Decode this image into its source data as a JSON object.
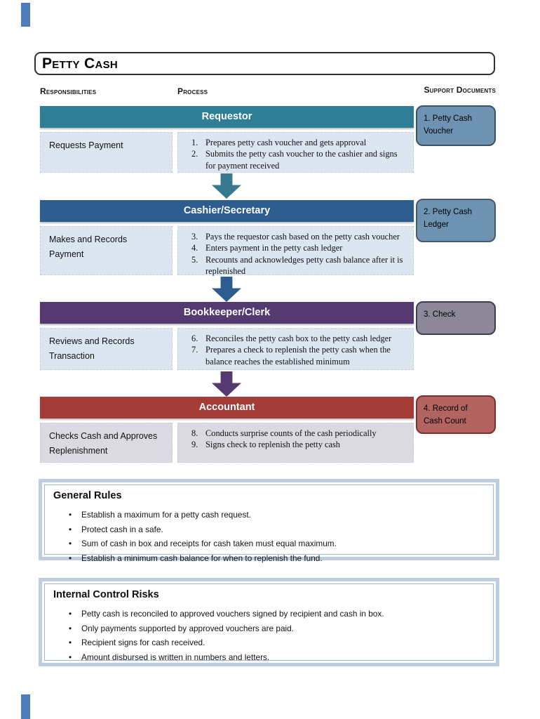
{
  "page_title": "Petty Cash",
  "column_headers": {
    "responsibilities": "Responsibilities",
    "process": "Process",
    "support_documents": "Support Documents"
  },
  "colors": {
    "band_requestor": "#2E7E95",
    "band_cashier": "#2D5C8E",
    "band_bookkeeper": "#543A70",
    "band_accountant": "#A33B37",
    "light_box": "#DCE6F1",
    "gray_box": "#DBDAE2",
    "support_blue": "#6E93B2",
    "support_gray": "#8D8899",
    "support_red": "#B26461",
    "rule_border": "#BCCDE4"
  },
  "sections": [
    {
      "role": "Requestor",
      "responsibility": "Requests Payment",
      "steps": [
        {
          "num": "1.",
          "text": "Prepares petty cash voucher and gets approval"
        },
        {
          "num": "2.",
          "text": "Submits the petty cash voucher to the cashier and signs for payment received"
        }
      ],
      "support_document": "1. Petty Cash Voucher"
    },
    {
      "role": "Cashier/Secretary",
      "responsibility": "Makes and Records Payment",
      "steps": [
        {
          "num": "3.",
          "text": "Pays the requestor cash based on the petty cash voucher"
        },
        {
          "num": "4.",
          "text": "Enters payment in the petty cash ledger"
        },
        {
          "num": "5.",
          "text": "Recounts and acknowledges petty cash balance after it is replenished"
        }
      ],
      "support_document": "2. Petty Cash Ledger"
    },
    {
      "role": "Bookkeeper/Clerk",
      "responsibility": "Reviews and Records Transaction",
      "steps": [
        {
          "num": "6.",
          "text": "Reconciles the petty cash box to the petty cash ledger"
        },
        {
          "num": "7.",
          "text": "Prepares a check to replenish the petty cash when the balance reaches the established minimum"
        }
      ],
      "support_document": "3. Check"
    },
    {
      "role": "Accountant",
      "responsibility": "Checks Cash and Approves Replenishment",
      "steps": [
        {
          "num": "8.",
          "text": "Conducts surprise counts of the cash periodically"
        },
        {
          "num": "9.",
          "text": "Signs check to replenish the petty cash"
        }
      ],
      "support_document": "4. Record of Cash Count"
    }
  ],
  "general_rules": {
    "title": "General Rules",
    "items": [
      "Establish a maximum for a petty cash request.",
      "Protect cash in a safe.",
      "Sum of cash in box and receipts for cash taken must equal maximum.",
      "Establish a minimum cash balance for when to replenish the fund."
    ]
  },
  "internal_control_risks": {
    "title": "Internal Control Risks",
    "items": [
      "Petty cash is reconciled to approved vouchers signed by recipient and cash in box.",
      "Only payments supported by approved vouchers are paid.",
      "Recipient signs for cash received.",
      "Amount disbursed is written in numbers and letters."
    ]
  }
}
